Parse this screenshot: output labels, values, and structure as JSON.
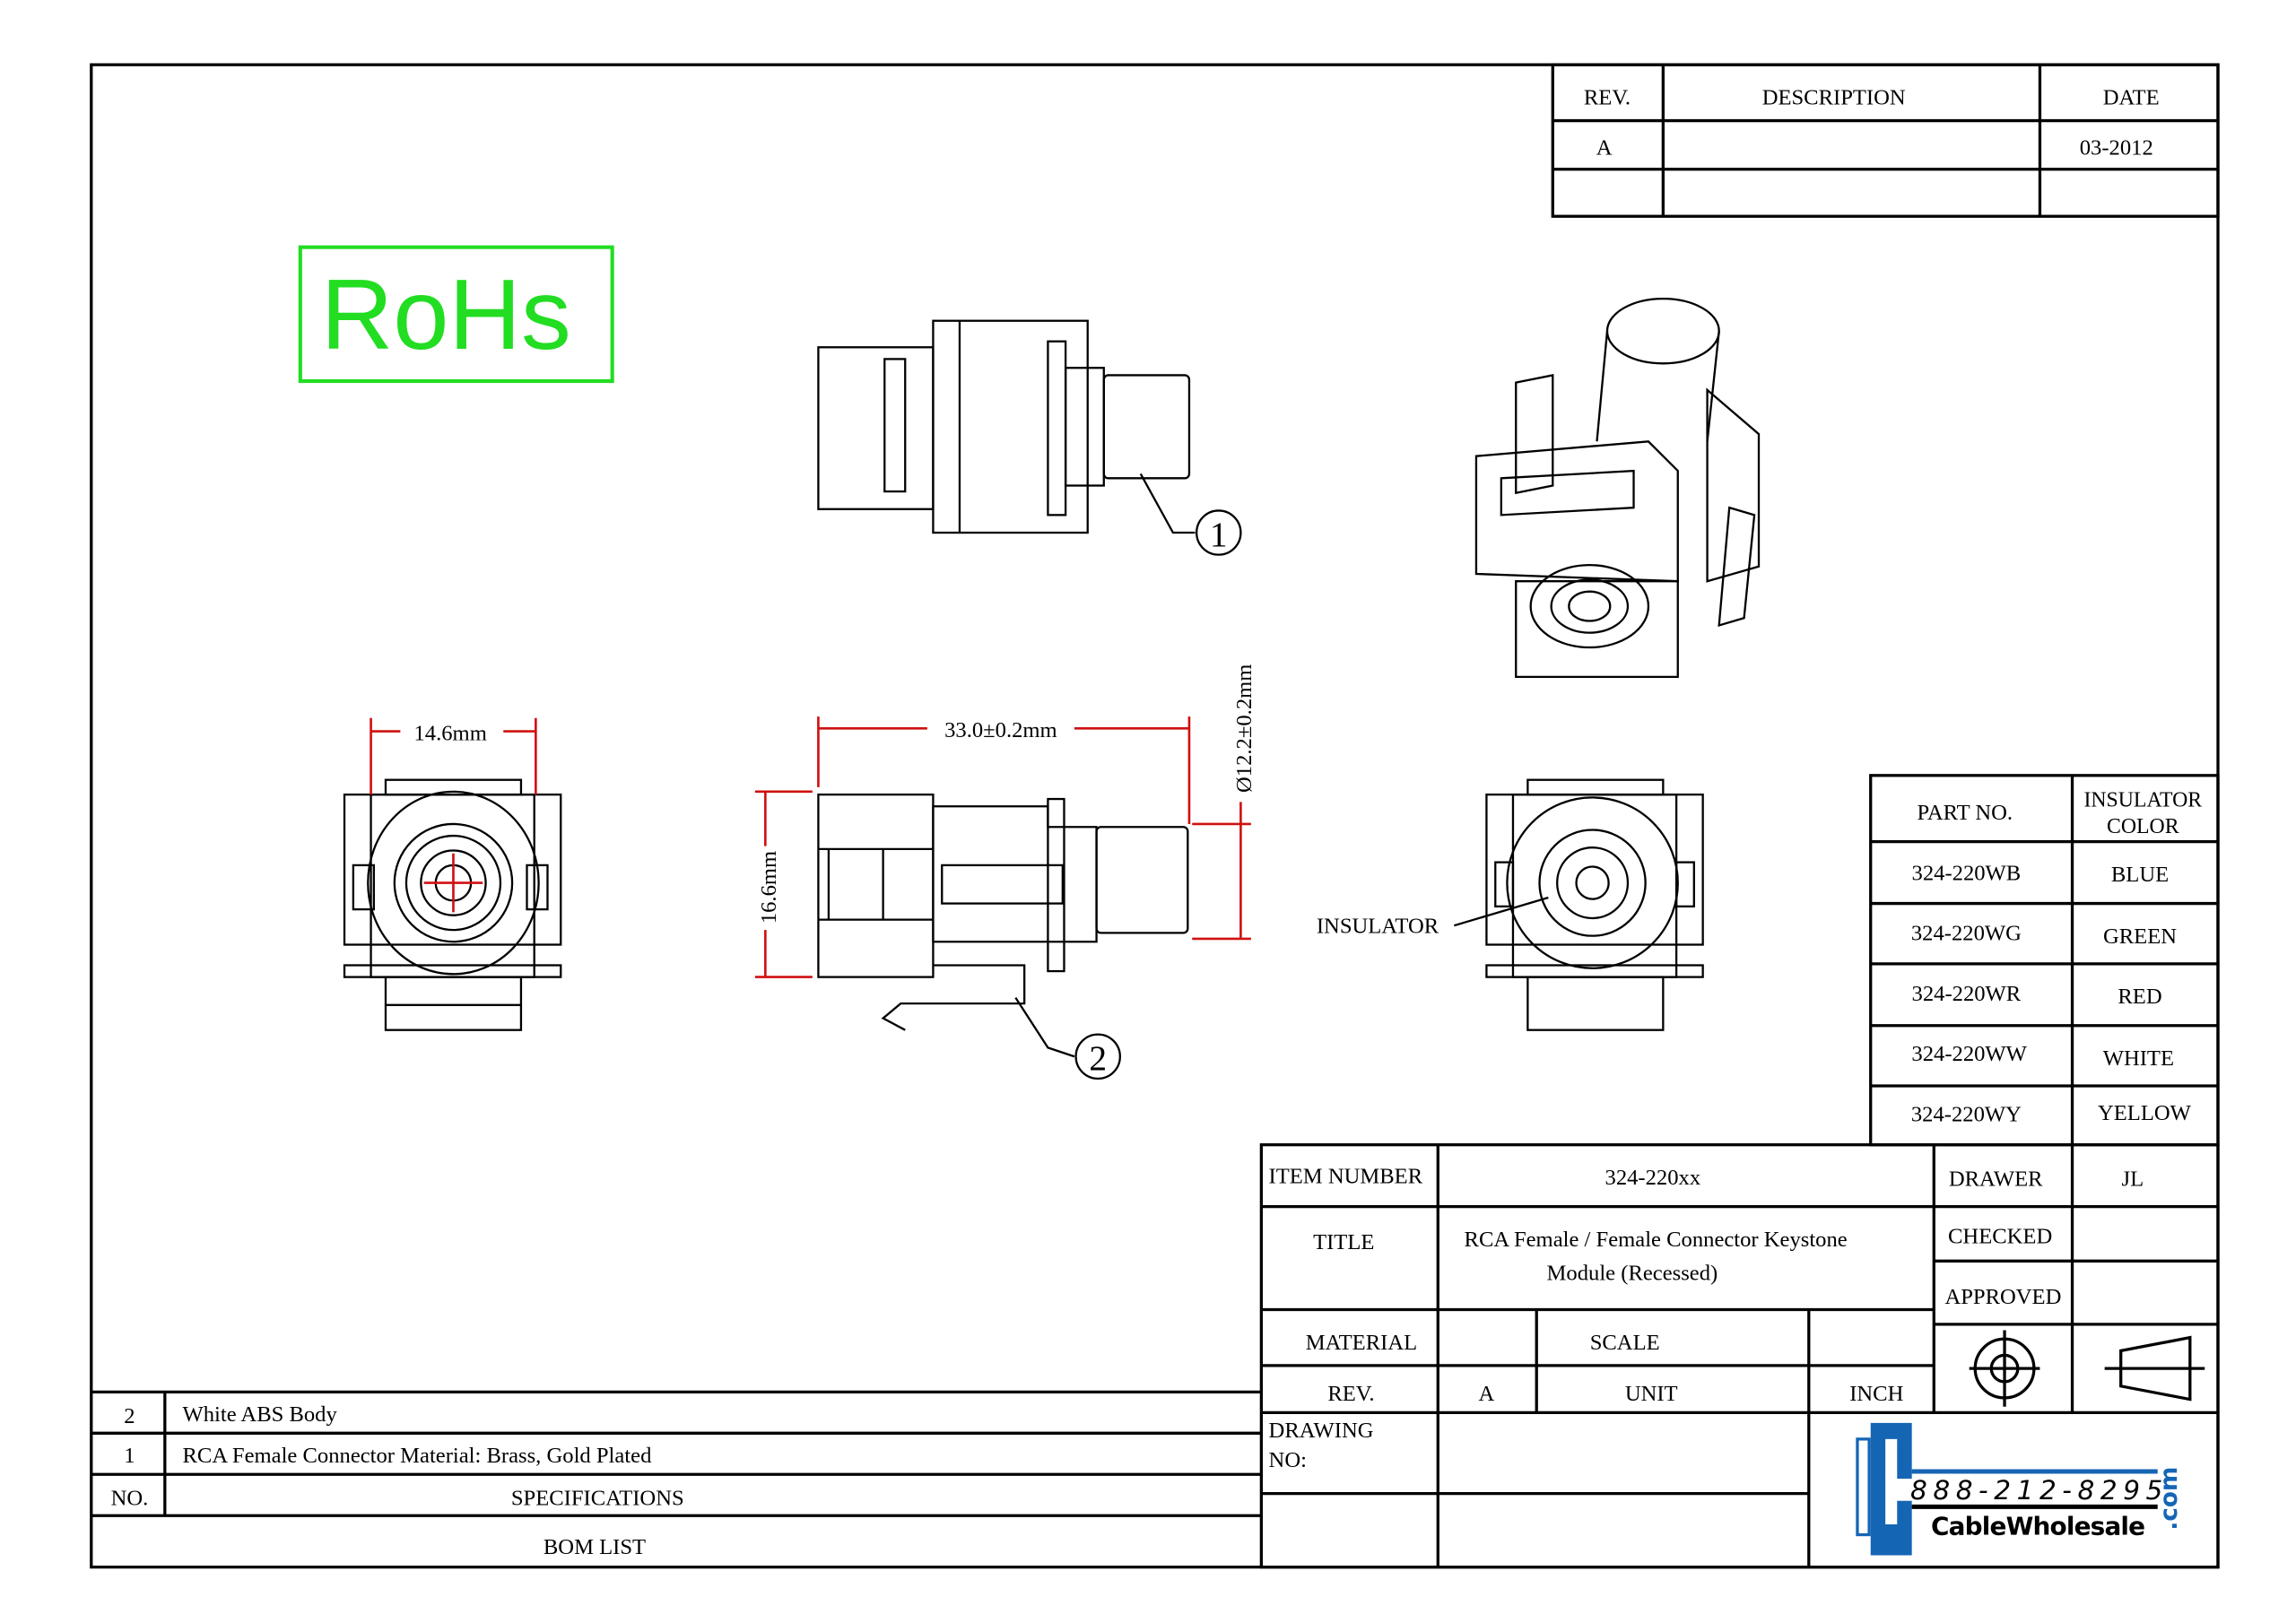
{
  "revision_table": {
    "headers": [
      "REV.",
      "DESCRIPTION",
      "DATE"
    ],
    "rows": [
      [
        "A",
        "",
        "03-2012"
      ],
      [
        "",
        "",
        ""
      ]
    ]
  },
  "rohs": {
    "label": "RoHs",
    "color": "#22dd22"
  },
  "callouts": {
    "one": "1",
    "two": "2",
    "insulator": "INSULATOR"
  },
  "dimensions": {
    "width": "14.6mm",
    "length": "33.0±0.2mm",
    "height": "16.6mm",
    "diameter": "Ø12.2±0.2mm",
    "color": "#d01010"
  },
  "parts_table": {
    "headers": [
      "PART NO.",
      "INSULATOR",
      "COLOR"
    ],
    "rows": [
      [
        "324-220WB",
        "BLUE"
      ],
      [
        "324-220WG",
        "GREEN"
      ],
      [
        "324-220WR",
        "RED"
      ],
      [
        "324-220WW",
        "WHITE"
      ],
      [
        "324-220WY",
        "YELLOW"
      ]
    ]
  },
  "title_block": {
    "item_number_label": "ITEM NUMBER",
    "item_number": "324-220xx",
    "title_label": "TITLE",
    "title_line1": "RCA Female / Female Connector Keystone",
    "title_line2": "Module (Recessed)",
    "drawer_label": "DRAWER",
    "drawer": "JL",
    "checked_label": "CHECKED",
    "approved_label": "APPROVED",
    "material_label": "MATERIAL",
    "scale_label": "SCALE",
    "rev_label": "REV.",
    "rev": "A",
    "unit_label": "UNIT",
    "unit": "INCH",
    "drawing_no_label1": "DRAWING",
    "drawing_no_label2": "NO:"
  },
  "bom": {
    "rows": [
      [
        "2",
        "White ABS Body"
      ],
      [
        "1",
        "RCA Female Connector Material: Brass, Gold Plated"
      ]
    ],
    "no_label": "NO.",
    "spec_label": "SPECIFICATIONS",
    "title": "BOM LIST"
  },
  "logo": {
    "phone": "888-212-8295",
    "name": "CableWholesale",
    "tld": ".com",
    "color": "#1565b5"
  }
}
